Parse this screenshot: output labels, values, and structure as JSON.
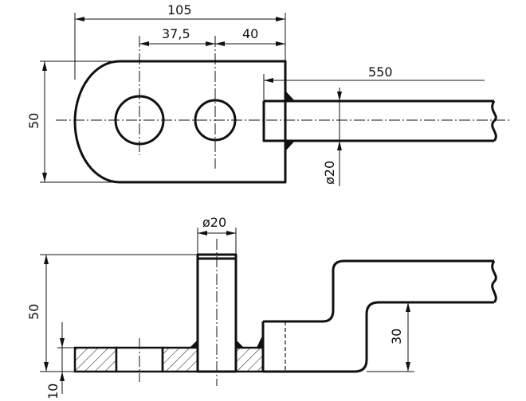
{
  "top_view": {
    "dim_overall_length": "105",
    "dim_hole_spacing": "37,5",
    "dim_hole_to_edge": "40",
    "dim_rod_length": "550",
    "dim_height": "50",
    "dim_rod_diameter": "ø20"
  },
  "front_view": {
    "dim_pin_diameter": "ø20",
    "dim_total_height": "50",
    "dim_plate_thickness": "10",
    "dim_rod_height": "30"
  }
}
